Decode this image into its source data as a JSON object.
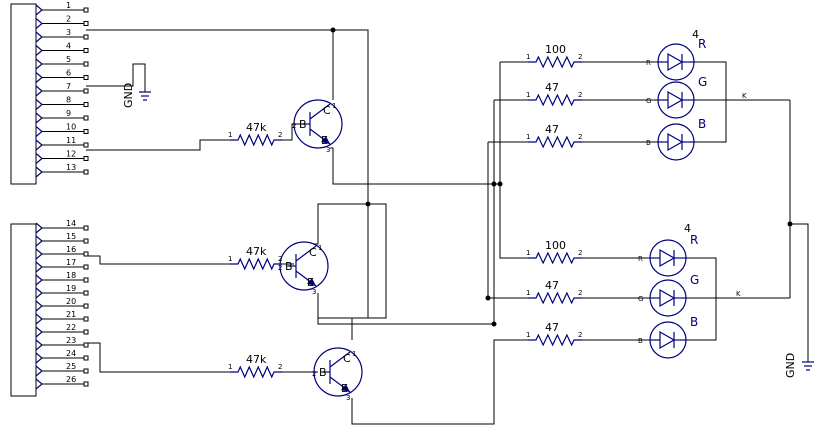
{
  "connector_top": {
    "pins": [
      "1",
      "2",
      "3",
      "4",
      "5",
      "6",
      "7",
      "8",
      "9",
      "10",
      "11",
      "12",
      "13"
    ]
  },
  "connector_bottom": {
    "pins": [
      "14",
      "15",
      "16",
      "17",
      "18",
      "19",
      "20",
      "21",
      "22",
      "23",
      "24",
      "25",
      "26"
    ]
  },
  "gnd_label": "GND",
  "transistors": [
    {
      "base": "B",
      "collector": "C",
      "emitter": "E",
      "pin_c": "1",
      "pin_b": "2",
      "pin_e": "3"
    },
    {
      "base": "B",
      "collector": "C",
      "emitter": "E",
      "pin_c": "1",
      "pin_b": "2",
      "pin_e": "3"
    },
    {
      "base": "B",
      "collector": "C",
      "emitter": "E",
      "pin_c": "1",
      "pin_b": "2",
      "pin_e": "3"
    }
  ],
  "base_resistors": [
    {
      "value": "47k",
      "pin1": "1",
      "pin2": "2"
    },
    {
      "value": "47k",
      "pin1": "1",
      "pin2": "2"
    },
    {
      "value": "47k",
      "pin1": "1",
      "pin2": "2"
    }
  ],
  "led_resistors_top": [
    {
      "value": "100",
      "pin1": "1",
      "pin2": "2"
    },
    {
      "value": "47",
      "pin1": "1",
      "pin2": "2"
    },
    {
      "value": "47",
      "pin1": "1",
      "pin2": "2"
    }
  ],
  "led_resistors_bottom": [
    {
      "value": "100",
      "pin1": "1",
      "pin2": "2"
    },
    {
      "value": "47",
      "pin1": "1",
      "pin2": "2"
    },
    {
      "value": "47",
      "pin1": "1",
      "pin2": "2"
    }
  ],
  "rgb_led_top": {
    "ref": "4",
    "channels": [
      "R",
      "G",
      "B"
    ],
    "pin_labels": [
      "R",
      "G",
      "B"
    ],
    "common": "K"
  },
  "rgb_led_bottom": {
    "ref": "4",
    "channels": [
      "R",
      "G",
      "B"
    ],
    "pin_labels": [
      "R",
      "G",
      "B"
    ],
    "common": "K"
  }
}
